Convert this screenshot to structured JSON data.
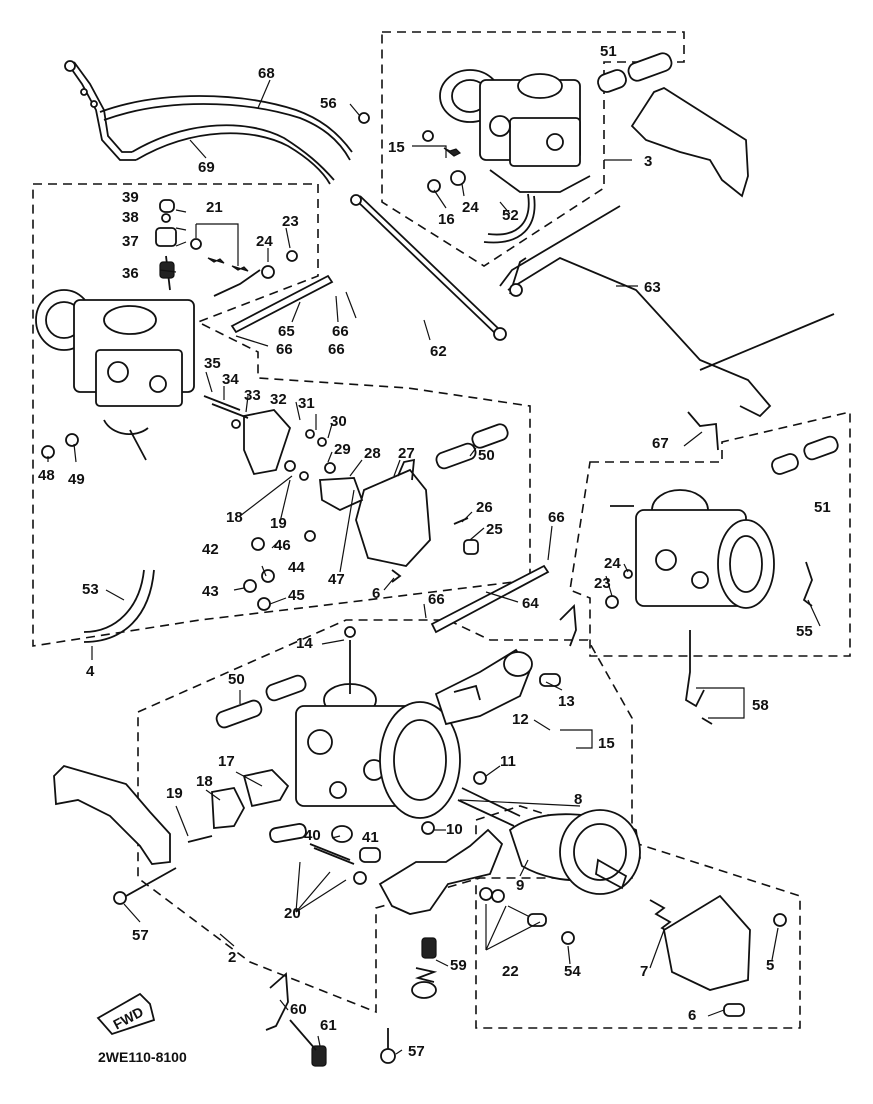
{
  "callouts": {
    "c68": "68",
    "c69": "69",
    "c56": "56",
    "c51a": "51",
    "c51b": "51",
    "c15a": "15",
    "c15b": "15",
    "c3": "3",
    "c16": "16",
    "c24a": "24",
    "c24b": "24",
    "c24c": "24",
    "c52": "52",
    "c39": "39",
    "c38": "38",
    "c37": "37",
    "c36": "36",
    "c21": "21",
    "c23a": "23",
    "c23b": "23",
    "c63": "63",
    "c65": "65",
    "c66a": "66",
    "c66b": "66",
    "c66c": "66",
    "c66d": "66",
    "c66e": "66",
    "c62": "62",
    "c35": "35",
    "c34": "34",
    "c33": "33",
    "c32": "32",
    "c31": "31",
    "c30": "30",
    "c29": "29",
    "c28": "28",
    "c27": "27",
    "c50a": "50",
    "c50b": "50",
    "c67": "67",
    "c48": "48",
    "c49": "49",
    "c18a": "18",
    "c18b": "18",
    "c19a": "19",
    "c19b": "19",
    "c26": "26",
    "c25": "25",
    "c42": "42",
    "c46": "46",
    "c44": "44",
    "c47": "47",
    "c43": "43",
    "c45": "45",
    "c6a": "6",
    "c6b": "6",
    "c53": "53",
    "c4": "4",
    "c64": "64",
    "c55": "55",
    "c14": "14",
    "c58": "58",
    "c13": "13",
    "c12": "12",
    "c17": "17",
    "c11": "11",
    "c8": "8",
    "c10": "10",
    "c40": "40",
    "c41": "41",
    "c9": "9",
    "c20": "20",
    "c57a": "57",
    "c57b": "57",
    "c2": "2",
    "c22": "22",
    "c54": "54",
    "c7": "7",
    "c5": "5",
    "c59": "59",
    "c60": "60",
    "c61": "61"
  },
  "front_marker": "FWD",
  "drawing_code": "2WE110-8100"
}
